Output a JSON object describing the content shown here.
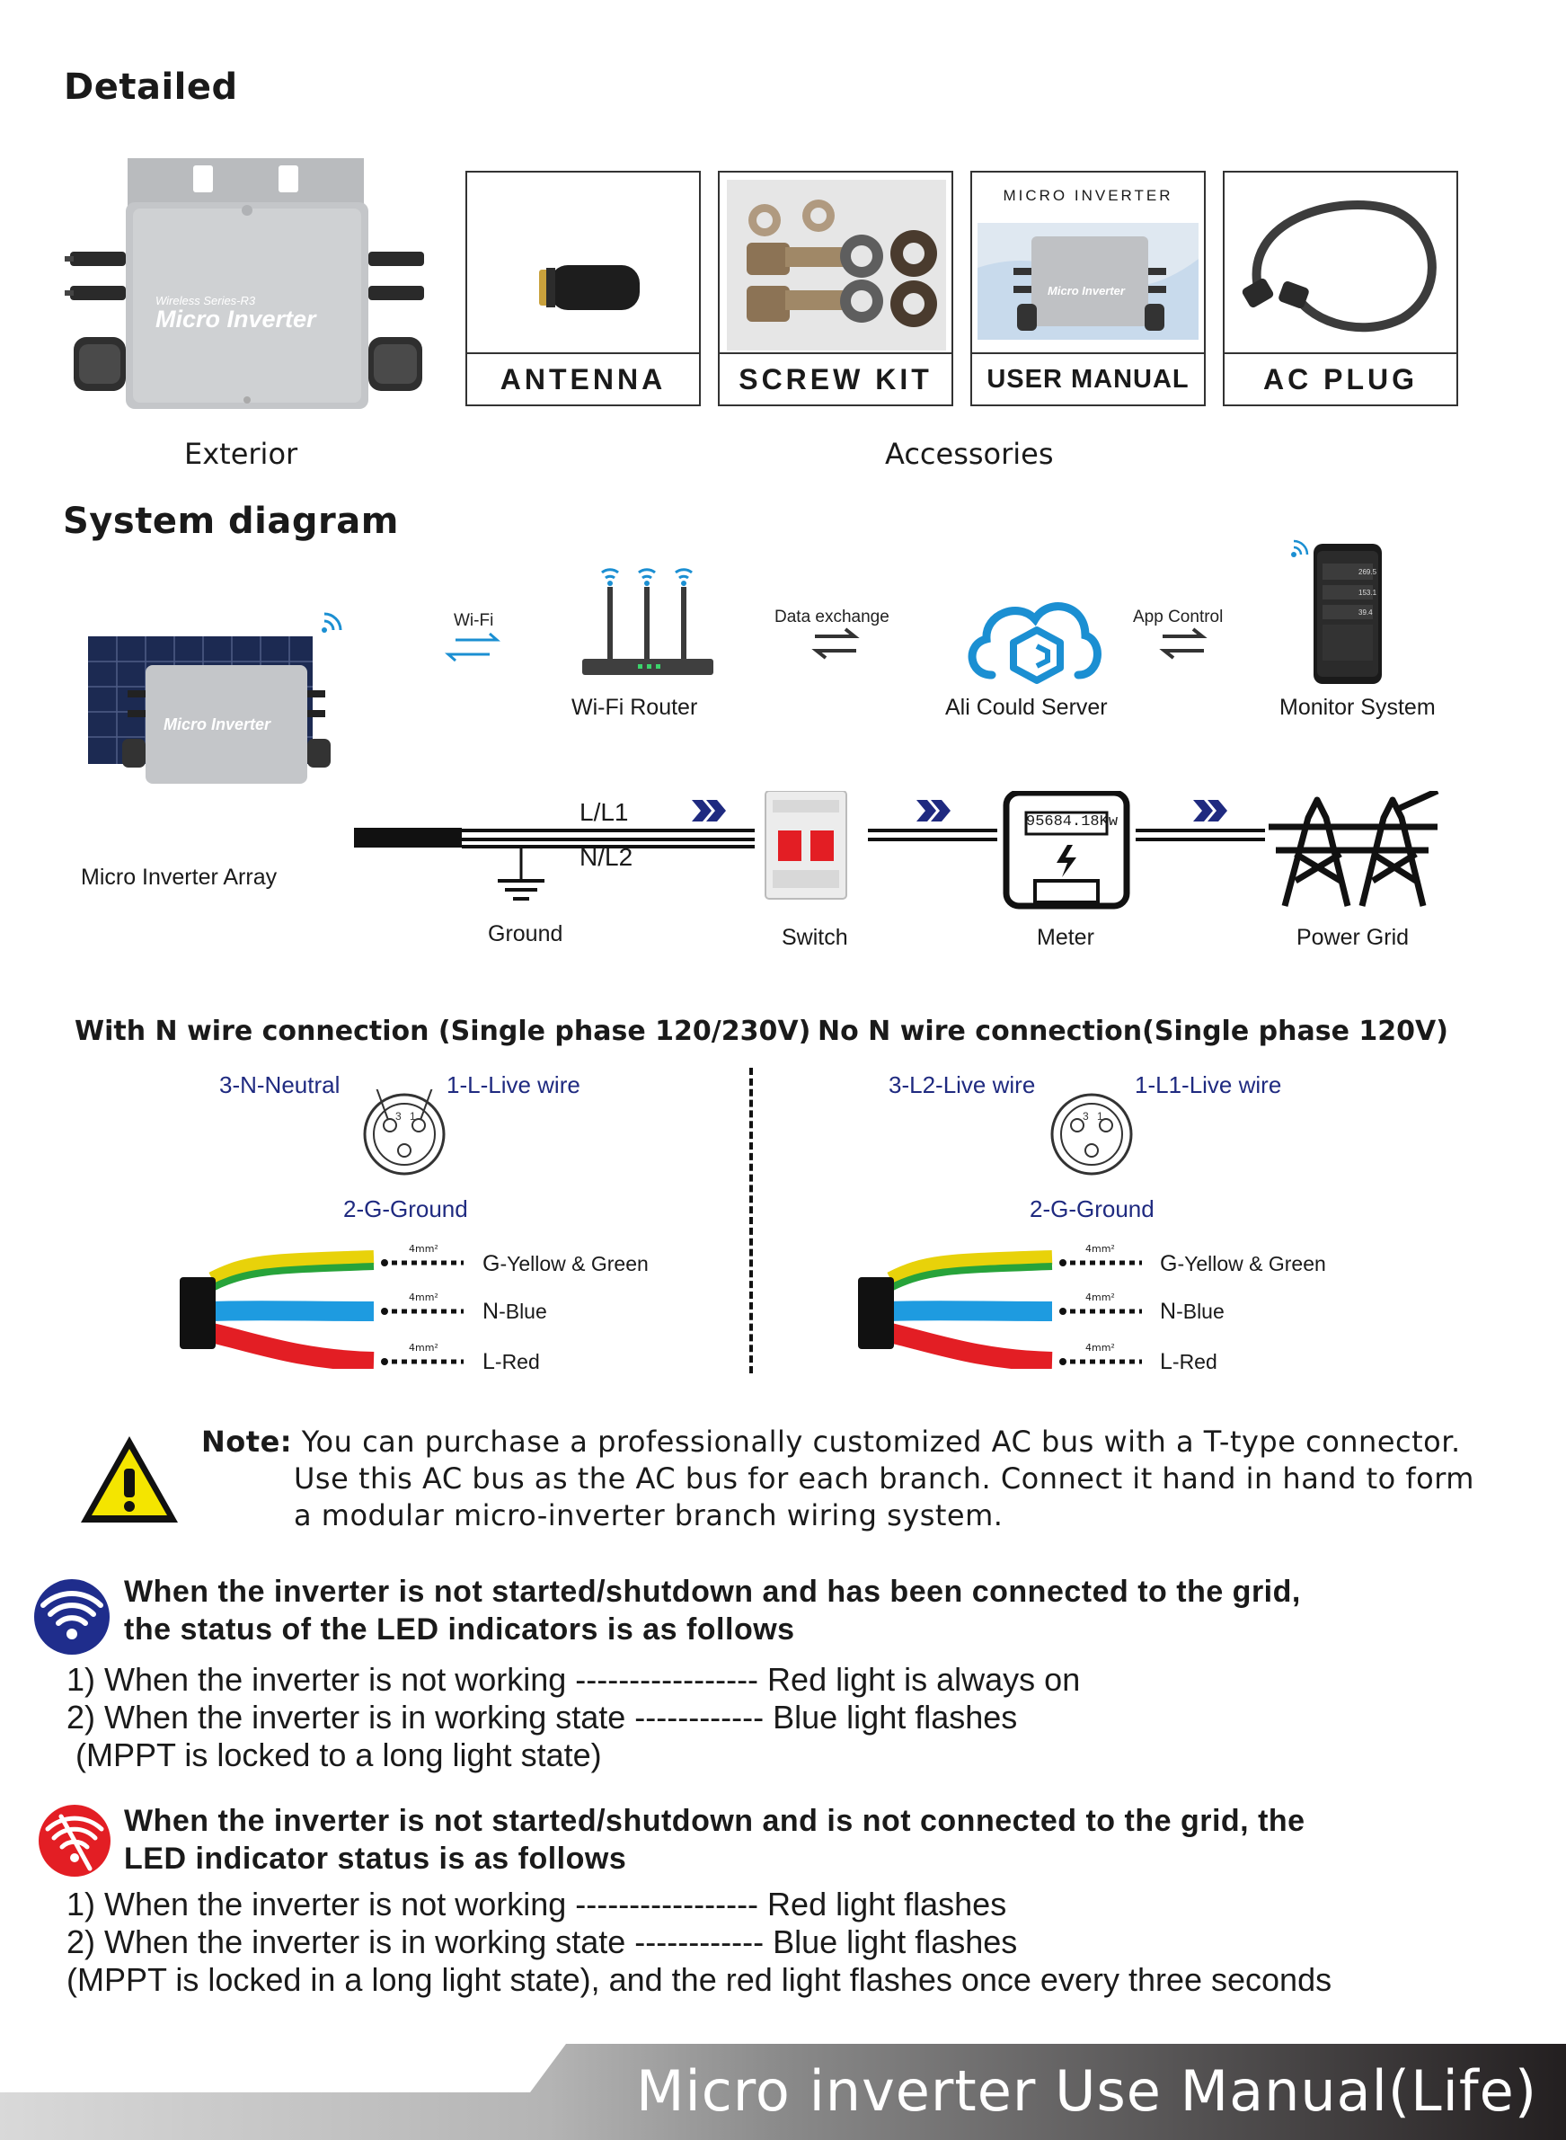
{
  "section_detailed": {
    "heading": "Detailed",
    "exterior_caption": "Exterior",
    "accessories_caption": "Accessories",
    "product_text_series": "Wireless Series-R3",
    "product_text_name": "Micro Inverter",
    "accessories": [
      {
        "label": "ANTENNA"
      },
      {
        "label": "SCREW KIT"
      },
      {
        "label": "USER MANUAL",
        "top_text": "MICRO INVERTER"
      },
      {
        "label": "AC PLUG"
      }
    ]
  },
  "system_diagram": {
    "heading": "System diagram",
    "wifi_label": "Wi-Fi",
    "router_label": "Wi-Fi Router",
    "data_exchange_label": "Data exchange",
    "server_label": "Ali Could Server",
    "app_control_label": "App Control",
    "monitor_label": "Monitor System",
    "array_label": "Micro Inverter Array",
    "line1_label": "L/L1",
    "line2_label": "N/L2",
    "ground_label": "Ground",
    "switch_label": "Switch",
    "meter_label": "Meter",
    "meter_reading": "95684.18Kw",
    "grid_label": "Power Grid"
  },
  "wiring": {
    "left": {
      "title": "With N wire connection (Single phase 120/230V)",
      "pin3": "3-N-Neutral",
      "pin1": "1-L-Live wire",
      "pin2": "2-G-Ground",
      "wires": [
        {
          "prefix": "G",
          "label": "-Yellow & Green",
          "size": "4mm²"
        },
        {
          "prefix": "N",
          "label": "-Blue",
          "size": "4mm²"
        },
        {
          "prefix": "L",
          "label": "-Red",
          "size": "4mm²"
        }
      ]
    },
    "right": {
      "title": "No N wire connection(Single phase 120V)",
      "pin3": "3-L2-Live wire",
      "pin1": "1-L1-Live wire",
      "pin2": "2-G-Ground",
      "wires": [
        {
          "prefix": "G",
          "label": "-Yellow & Green",
          "size": "4mm²"
        },
        {
          "prefix": "N",
          "label": "-Blue",
          "size": "4mm²"
        },
        {
          "prefix": "L",
          "label": "-Red",
          "size": "4mm²"
        }
      ]
    }
  },
  "note": {
    "label": "Note:",
    "line1": "You can purchase a professionally customized AC bus with a T-type connector.",
    "line2": "Use this AC bus as the AC bus for each branch. Connect it hand in hand to form",
    "line3": "a modular micro-inverter branch wiring system."
  },
  "led_connected": {
    "heading_line1": "When the inverter is not started/shutdown and has been connected to the grid,",
    "heading_line2": "the status of the LED indicators is as follows",
    "line1": "1) When the inverter is not working ----------------- Red light is always on",
    "line2": "2) When the inverter is in working state ------------ Blue light flashes",
    "line3": " (MPPT is locked to a long light state)"
  },
  "led_disconnected": {
    "heading_line1": "When the inverter is not started/shutdown and is not connected to the grid, the",
    "heading_line2": "LED indicator status is as follows",
    "line1": "1) When the inverter is not working ----------------- Red light flashes",
    "line2": "2) When the inverter is in working state ------------ Blue light flashes",
    "line3": "(MPPT is locked in a long light state), and the red light flashes once every three seconds"
  },
  "footer": {
    "title": "Micro inverter Use Manual(Life)"
  },
  "colors": {
    "wifi_blue": "#1b8fd2",
    "arrow_navy": "#1f2a80",
    "wire_yellow": "#e8d20a",
    "wire_green": "#27a33a",
    "wire_blue": "#1e9be0",
    "wire_red": "#e31e24",
    "led_badge_blue": "#1f2d8c",
    "led_badge_red": "#e31e24",
    "footer_dark": "#231f20"
  }
}
